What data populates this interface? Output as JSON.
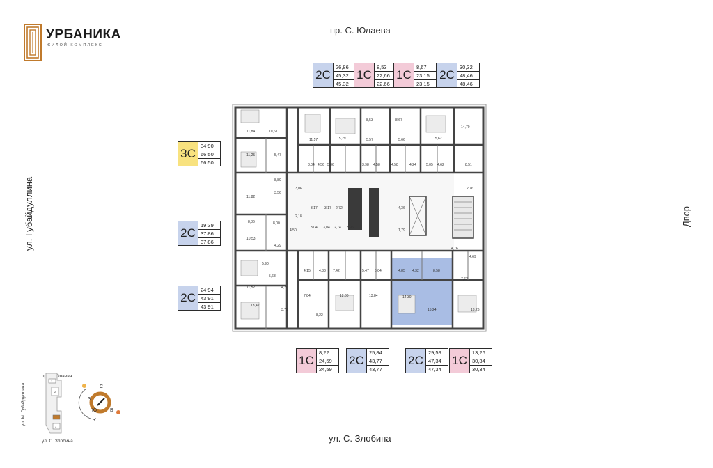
{
  "brand": {
    "title": "УРБАНИКА",
    "subtitle": "ЖИЛОЙ КОМПЛЕКС",
    "accent_color": "#c07a2c"
  },
  "streets": {
    "top": "пр. С. Юлаева",
    "bottom": "ул. С. Злобина",
    "left": "ул. Губайдуллина",
    "right": "Двор"
  },
  "colors": {
    "blue": "#c7d3ec",
    "pink": "#f3cbd8",
    "yellow": "#f8e27f",
    "highlight": "#a9bde4"
  },
  "units": {
    "top": [
      {
        "type": "2С",
        "color": "blue",
        "values": [
          "26,86",
          "45,32",
          "45,32"
        ]
      },
      {
        "type": "1С",
        "color": "pink",
        "values": [
          "8,53",
          "22,66",
          "22,66"
        ]
      },
      {
        "type": "1С",
        "color": "pink",
        "values": [
          "8,67",
          "23,15",
          "23,15"
        ]
      },
      {
        "type": "2С",
        "color": "blue",
        "values": [
          "30,32",
          "48,46",
          "48,46"
        ]
      }
    ],
    "left": [
      {
        "type": "3С",
        "color": "yellow",
        "values": [
          "34,90",
          "66,50",
          "66,50"
        ]
      },
      {
        "type": "2С",
        "color": "blue",
        "values": [
          "19,39",
          "37,86",
          "37,86"
        ]
      },
      {
        "type": "2С",
        "color": "blue",
        "values": [
          "24,94",
          "43,91",
          "43,91"
        ]
      }
    ],
    "bottom": [
      {
        "type": "1С",
        "color": "pink",
        "values": [
          "8,22",
          "24,59",
          "24,59"
        ]
      },
      {
        "type": "2С",
        "color": "blue",
        "values": [
          "25,84",
          "43,77",
          "43,77"
        ]
      },
      {
        "type": "2С",
        "color": "blue",
        "values": [
          "29,59",
          "47,34",
          "47,34"
        ]
      },
      {
        "type": "1С",
        "color": "pink",
        "values": [
          "13,26",
          "30,34",
          "30,34"
        ]
      }
    ]
  },
  "rooms": [
    "11,84",
    "10,61",
    "11,57",
    "15,29",
    "8,53",
    "8,67",
    "15,62",
    "14,70",
    "5,47",
    "11,25",
    "8,89",
    "8,04",
    "4,56",
    "5,06",
    "5,57",
    "3,98",
    "4,58",
    "4,58",
    "5,66",
    "4,24",
    "5,05",
    "4,62",
    "8,51",
    "2,76",
    "3,06",
    "3,56",
    "11,82",
    "3,17",
    "3,17",
    "2,72",
    "4,36",
    "2,18",
    "8,86",
    "8,00",
    "4,50",
    "3,04",
    "3,04",
    "2,74",
    "3,96",
    "1,79",
    "10,53",
    "4,29",
    "4,76",
    "5,90",
    "4,15",
    "4,38",
    "7,42",
    "5,47",
    "5,04",
    "4,85",
    "4,32",
    "8,58",
    "4,69",
    "5,68",
    "7,63",
    "11,52",
    "4,20",
    "7,84",
    "12,00",
    "13,84",
    "14,30",
    "15,24",
    "13,26",
    "3,79",
    "13,42",
    "8,22"
  ],
  "minimap": {
    "top": "пр. С. Юлаева",
    "bottom": "ул. С. Злобина",
    "left": "ул. М. Губайдуллина",
    "markers": [
      "1",
      "2",
      "3"
    ]
  },
  "compass": {
    "north": "С",
    "east": "В",
    "south": "Ю",
    "west": "З"
  }
}
